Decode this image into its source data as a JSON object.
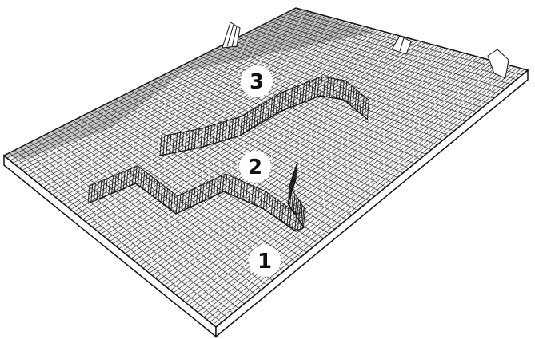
{
  "diagram": {
    "terraces": [
      {
        "id": "terrace-1",
        "label": "1"
      },
      {
        "id": "terrace-2",
        "label": "2"
      },
      {
        "id": "terrace-3",
        "label": "3"
      }
    ],
    "colors": {
      "background": "#ffffff",
      "grid_line": "#1a1a1a",
      "label_disc": "#ffffff",
      "label_text": "#111111"
    }
  }
}
